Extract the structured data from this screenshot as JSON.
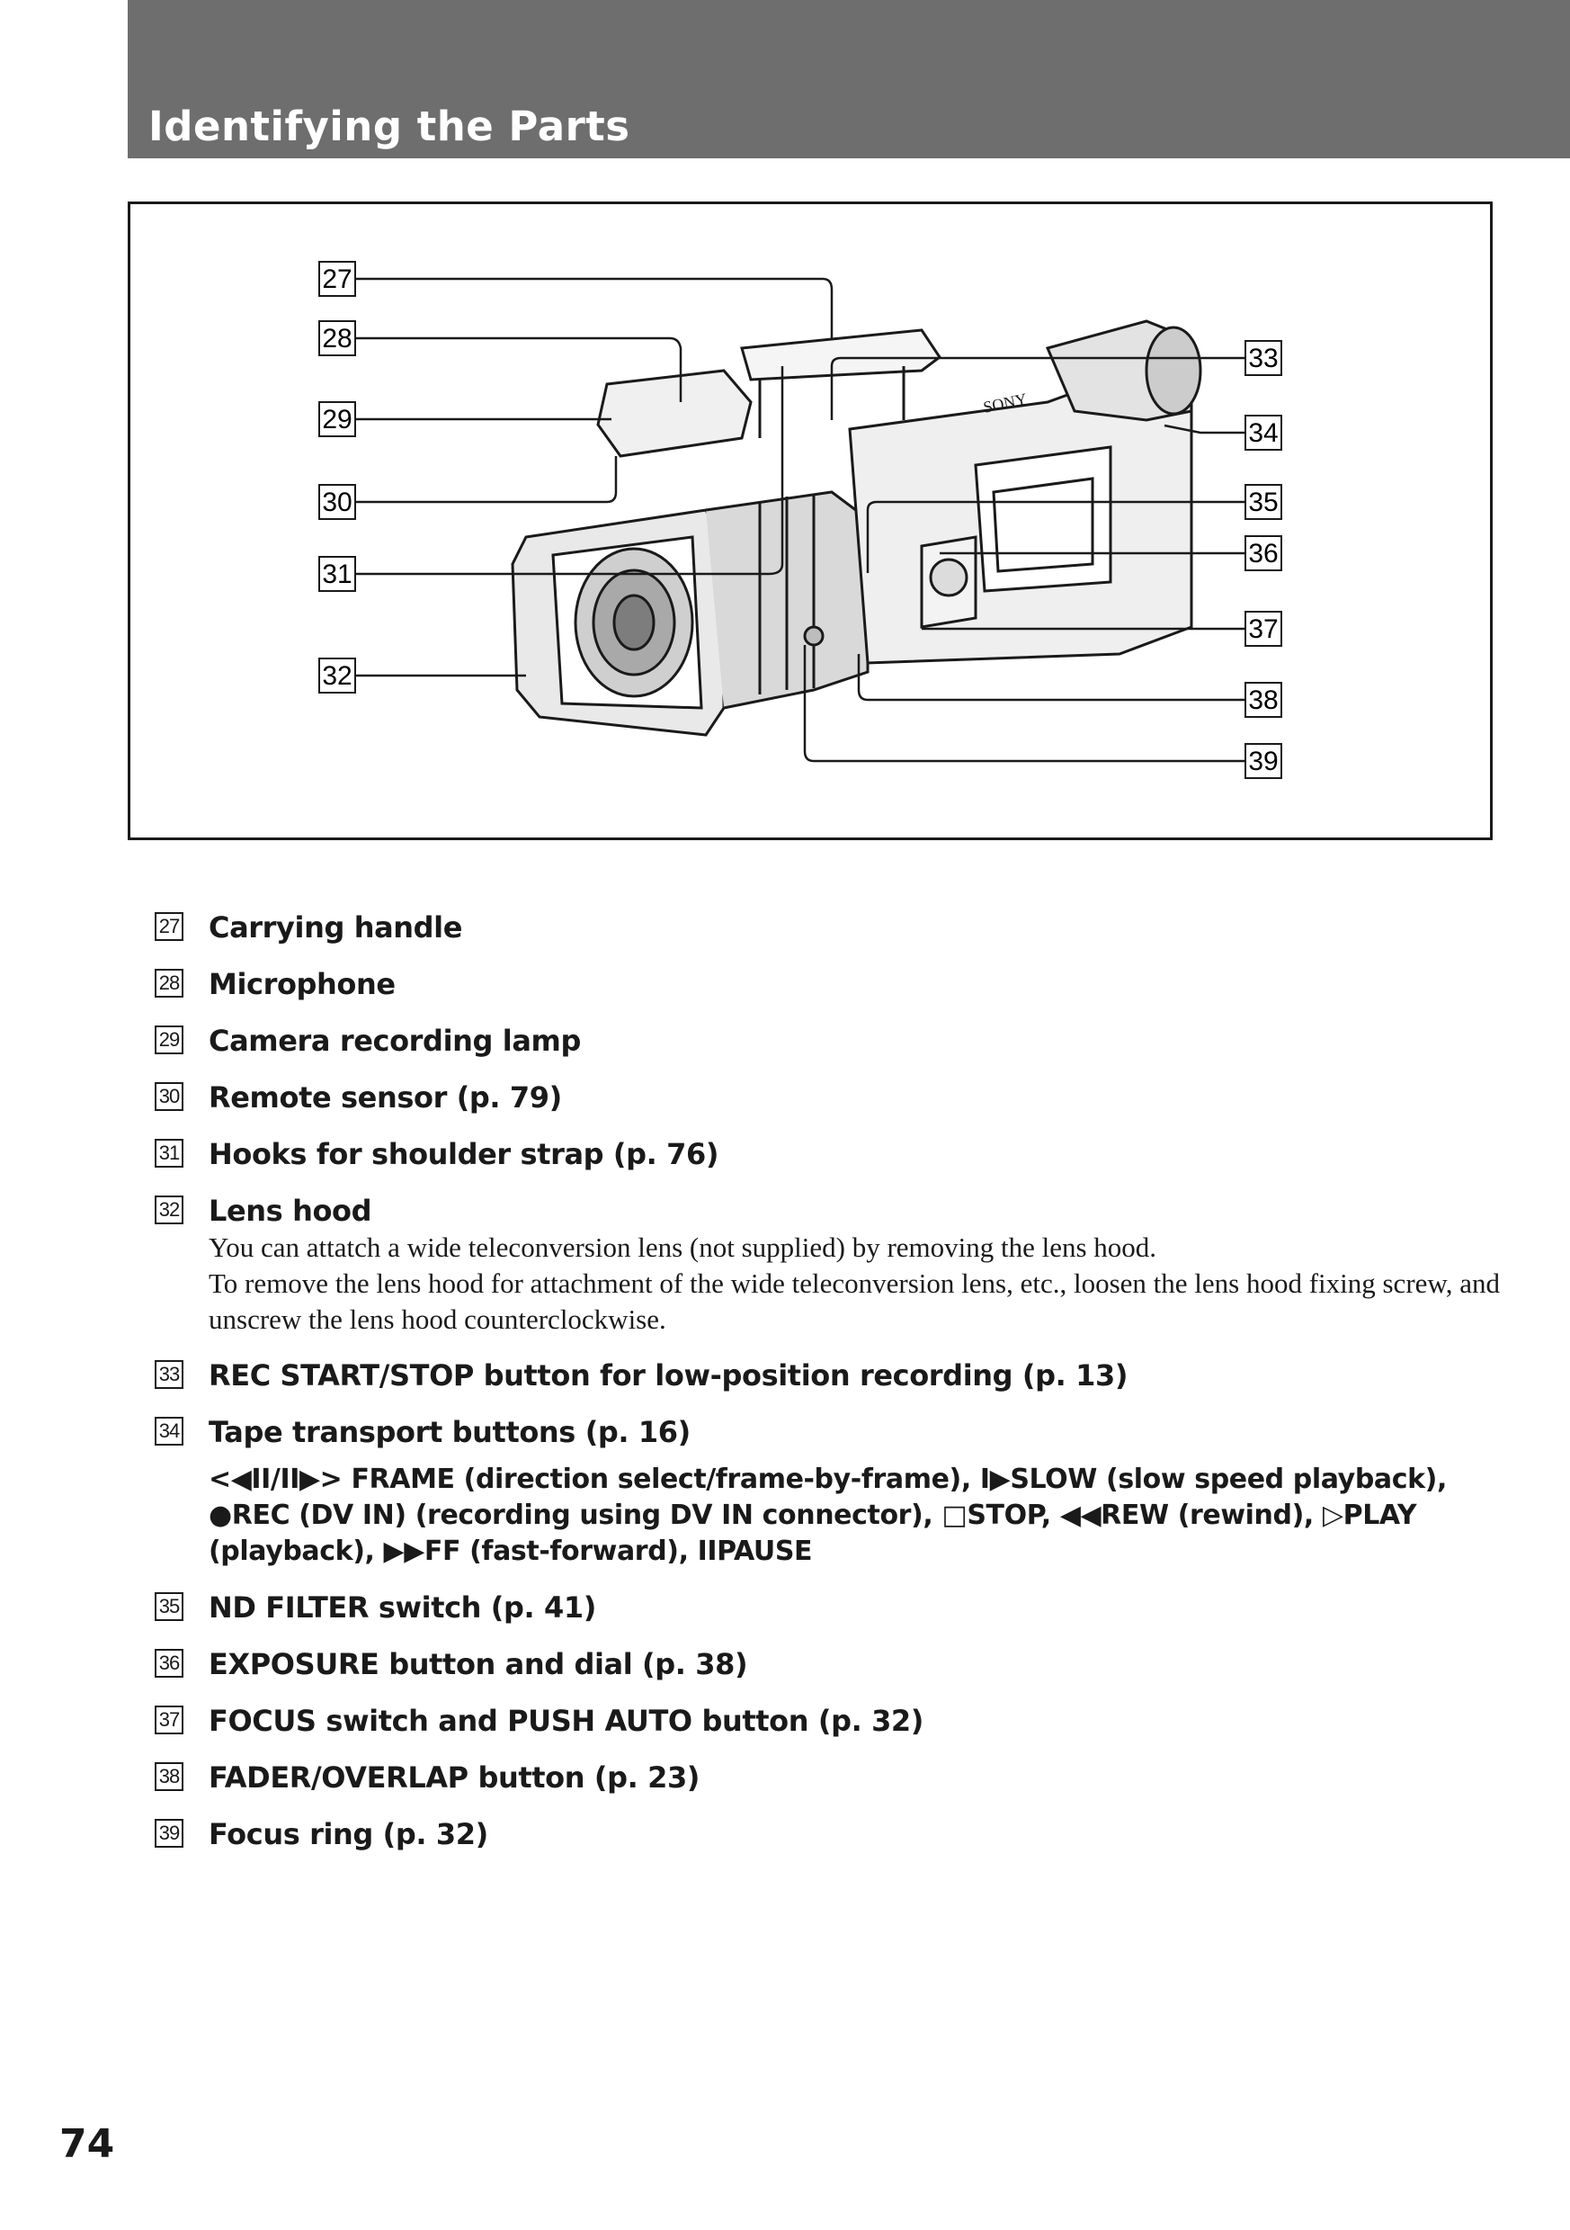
{
  "header": {
    "title": "Identifying the Parts"
  },
  "figure": {
    "callouts": [
      "27",
      "28",
      "29",
      "30",
      "31",
      "32",
      "33",
      "34",
      "35",
      "36",
      "37",
      "38",
      "39"
    ],
    "brand_label": "SONY"
  },
  "items": [
    {
      "number": "27",
      "title": "Carrying handle"
    },
    {
      "number": "28",
      "title": "Microphone"
    },
    {
      "number": "29",
      "title": "Camera recording lamp"
    },
    {
      "number": "30",
      "title": "Remote sensor (p. 79)"
    },
    {
      "number": "31",
      "title": "Hooks for shoulder strap (p. 76)"
    },
    {
      "number": "32",
      "title": "Lens hood",
      "desc": [
        "You can attatch a wide teleconversion lens (not supplied) by removing the lens hood.",
        "To remove the lens hood for attachment of the wide teleconversion lens, etc., loosen the lens hood fixing screw, and unscrew the lens hood counterclockwise."
      ]
    },
    {
      "number": "33",
      "title": "REC START/STOP button for low-position recording (p. 13)"
    },
    {
      "number": "34",
      "title": "Tape transport buttons (p. 16)",
      "detail": "<◀II/II▶> FRAME (direction select/frame-by-frame), I▶SLOW (slow speed playback), ●REC (DV IN) (recording using DV IN connector), □STOP, ◀◀REW (rewind), ▷PLAY (playback), ▶▶FF (fast-forward), IIPAUSE"
    },
    {
      "number": "35",
      "title": "ND FILTER switch (p. 41)"
    },
    {
      "number": "36",
      "title": "EXPOSURE button and dial (p. 38)"
    },
    {
      "number": "37",
      "title": "FOCUS switch and PUSH AUTO button (p. 32)"
    },
    {
      "number": "38",
      "title": "FADER/OVERLAP button (p. 23)"
    },
    {
      "number": "39",
      "title": "Focus ring (p. 32)"
    }
  ],
  "page": {
    "number": "74"
  }
}
